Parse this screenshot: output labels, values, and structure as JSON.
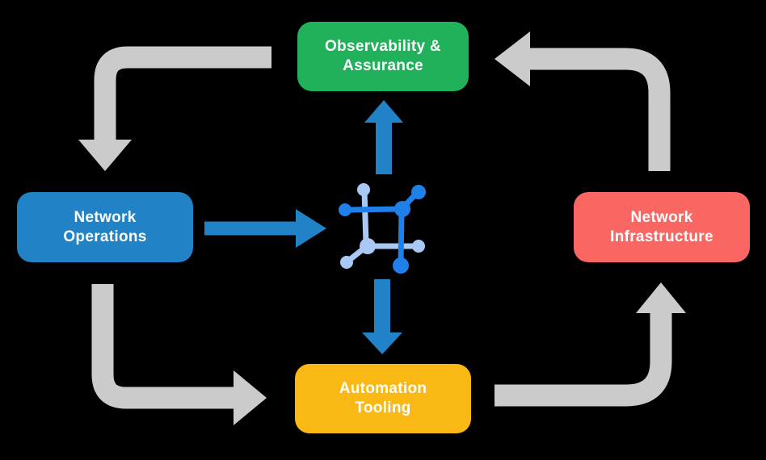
{
  "diagram": {
    "title": "network-automation-cycle",
    "background": "#000000",
    "nodes": {
      "observability": {
        "line1": "Observability &",
        "line2": "Assurance",
        "color": "#21B15A"
      },
      "operations": {
        "line1": "Network",
        "line2": "Operations",
        "color": "#2183C5"
      },
      "infrastructure": {
        "line1": "Network",
        "line2": "Infrastructure",
        "color": "#FA6763"
      },
      "automation": {
        "line1": "Automation",
        "line2": "Tooling",
        "color": "#F9B813"
      }
    },
    "center_icon": {
      "name": "network-mesh-icon",
      "dark_color": "#1E80E8",
      "light_color": "#A9C9F4"
    },
    "colors": {
      "flow_arrow_gray": "#CBCBCB",
      "flow_arrow_blue": "#2182C8",
      "label_text": "#FFFFFF"
    },
    "flows": [
      {
        "from": "Observability & Assurance",
        "to": "Network Operations",
        "style": "gray"
      },
      {
        "from": "Network Operations",
        "to": "Automation Tooling",
        "style": "gray"
      },
      {
        "from": "Automation Tooling",
        "to": "Network Infrastructure",
        "style": "gray"
      },
      {
        "from": "Network Infrastructure",
        "to": "Observability & Assurance",
        "style": "gray"
      },
      {
        "from": "Network Operations",
        "to": "network-mesh-icon",
        "style": "blue"
      },
      {
        "from": "network-mesh-icon",
        "to": "Observability & Assurance",
        "style": "blue"
      },
      {
        "from": "network-mesh-icon",
        "to": "Automation Tooling",
        "style": "blue"
      }
    ]
  }
}
